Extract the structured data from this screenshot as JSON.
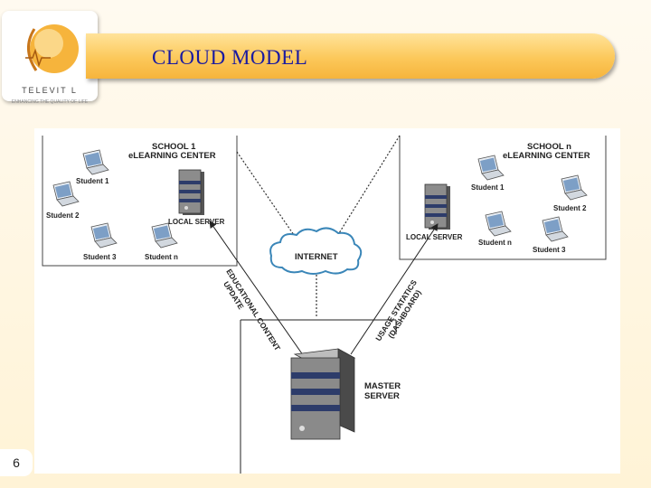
{
  "title": "CLOUD MODEL",
  "logo": {
    "name": "TELEVIT L",
    "tagline": "ENHANCING THE QUALITY OF LIFE"
  },
  "page_number": "6",
  "diagram": {
    "school1": {
      "title_line1": "SCHOOL 1",
      "title_line2": "eLEARNING CENTER",
      "server_label": "LOCAL SERVER",
      "students": [
        "Student 1",
        "Student 2",
        "Student 3",
        "Student n"
      ]
    },
    "schooln": {
      "title_line1": "SCHOOL n",
      "title_line2": "eLEARNING CENTER",
      "server_label": "LOCAL SERVER",
      "students": [
        "Student 1",
        "Student 2",
        "Student n",
        "Student 3"
      ]
    },
    "internet_label": "INTERNET",
    "master_label_line1": "MASTER",
    "master_label_line2": "SERVER",
    "left_arrow_line1": "EDUCATIONAL CONTENT",
    "left_arrow_line2": "UPDATE",
    "right_arrow_line1": "USAGE STATATICS",
    "right_arrow_line2": "(DASHBOARD)"
  }
}
